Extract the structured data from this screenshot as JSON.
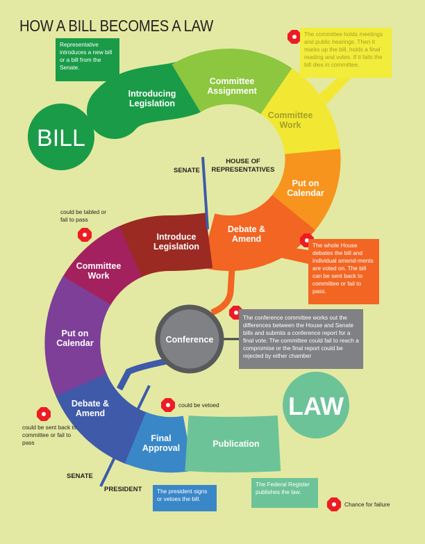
{
  "title": "HOW A BILL BECOMES A LAW",
  "start_label": "BILL",
  "end_label": "LAW",
  "colors": {
    "background": "#e3e9a2",
    "bill": "#1a9b48",
    "law": "#6dc398",
    "failure": "#ed1c24",
    "divider": "#3e5aa8"
  },
  "chambers": {
    "senate_top": "SENATE",
    "house_line1": "HOUSE OF",
    "house_line2": "REPRESENTATIVES",
    "senate_bottom": "SENATE",
    "president": "PRESIDENT"
  },
  "steps": [
    {
      "line1": "Introducing",
      "line2": "Legislation",
      "color": "#1a9b48"
    },
    {
      "line1": "Committee",
      "line2": "Assignment",
      "color": "#8dc63f"
    },
    {
      "line1": "Committee",
      "line2": "Work",
      "color": "#f2e833"
    },
    {
      "line1": "Put on",
      "line2": "Calendar",
      "color": "#f7941d"
    },
    {
      "line1": "Debate &",
      "line2": "Amend",
      "color": "#f26522"
    },
    {
      "line1": "Introduce",
      "line2": "Legislation",
      "color": "#9b2a22"
    },
    {
      "line1": "Committee",
      "line2": "Work",
      "color": "#a3215f"
    },
    {
      "line1": "Put on",
      "line2": "Calendar",
      "color": "#7d3f98"
    },
    {
      "line1": "Debate &",
      "line2": "Amend",
      "color": "#3f5aa9"
    },
    {
      "line1": "Final",
      "line2": "Approval",
      "color": "#3a87c8"
    },
    {
      "line1": "Publication",
      "line2": "",
      "color": "#6dc398"
    }
  ],
  "conference": "Conference",
  "callouts": {
    "introduce": "Representative introduces a new bill or a bill from the Senate.",
    "committee_work": "The committee holds meetings and public hearings. Then it marks up the bill, holds a final reading and votes. If it fails the bill dies in committee.",
    "debate": "The whole House debates the bill and individual amend-ments are voted on. The bill can be sent back to committee or fail to pass.",
    "conference": "The conference committee works out the differences between the House and Senate bills and submits a conference report for a final vote. The committee could fail to reach a compromise or the final report could be rejected by either chamber",
    "president": "The president signs or vetoes the bill.",
    "publication": "The Federal Register publishes the law."
  },
  "notes": {
    "tabled": "could be tabled or fail to pass",
    "senate_debate": "could be sent back to committee or fail to pass",
    "vetoed": "could be vetoed"
  },
  "legend": "Chance for failure"
}
